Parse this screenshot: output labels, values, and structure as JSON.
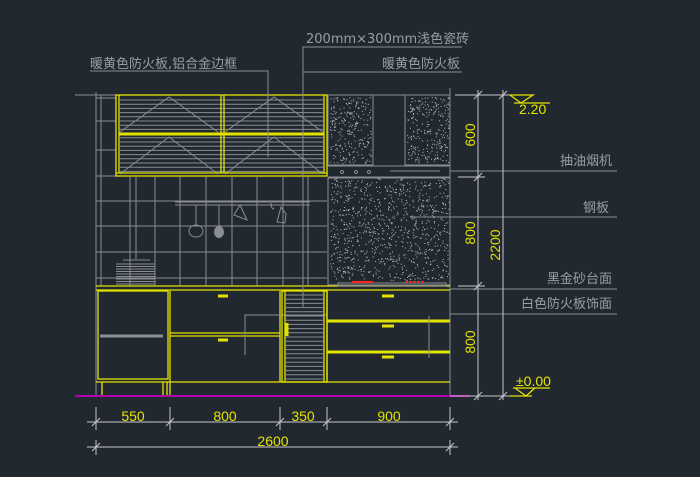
{
  "labels": {
    "upper_cabinet": "暖黄色防火板,铝合金边框",
    "tile": "200mm×300mm浅色瓷砖",
    "warm_yellow_board": "暖黄色防火板",
    "range_hood": "抽油烟机",
    "steel_plate": "钢板",
    "countertop": "黑金砂台面",
    "cabinet_face": "白色防火板饰面"
  },
  "dimensions": {
    "horizontal": [
      "550",
      "800",
      "350",
      "900"
    ],
    "total_width": "2600",
    "vertical": [
      "600",
      "800",
      "800"
    ],
    "total_height": "2200"
  },
  "elevations": {
    "top": "2.20",
    "floor": "±0.00"
  },
  "colors": {
    "background": "#212830",
    "cabinet": "#e3e300",
    "floor": "#b000b0",
    "burner": "#ff2020"
  }
}
